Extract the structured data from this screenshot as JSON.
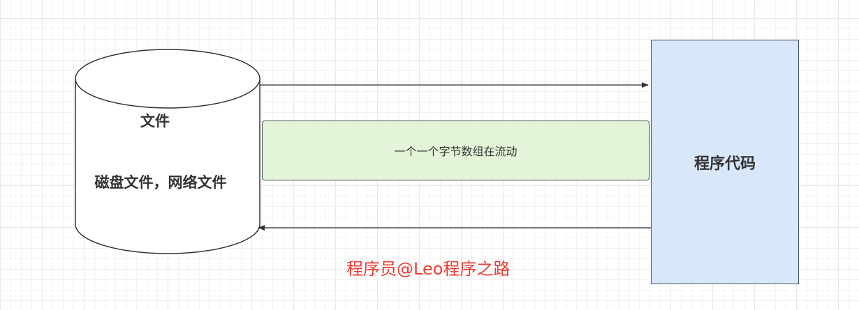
{
  "diagram": {
    "file_cylinder": {
      "title": "文件",
      "subtitle": "磁盘文件，网络文件",
      "fill": "#ffffff",
      "stroke": "#333333"
    },
    "flow_box": {
      "label": "一个一个字节数组在流动",
      "fill": "#e3f4d8"
    },
    "code_box": {
      "label": "程序代码",
      "fill": "#d9e7fb"
    },
    "arrows": [
      {
        "from": "file_cylinder",
        "to": "code_box",
        "direction": "right"
      },
      {
        "from": "code_box",
        "to": "file_cylinder",
        "direction": "left"
      }
    ],
    "watermark": {
      "text": "程序员@Leo程序之路",
      "color": "#ef3b33"
    }
  }
}
